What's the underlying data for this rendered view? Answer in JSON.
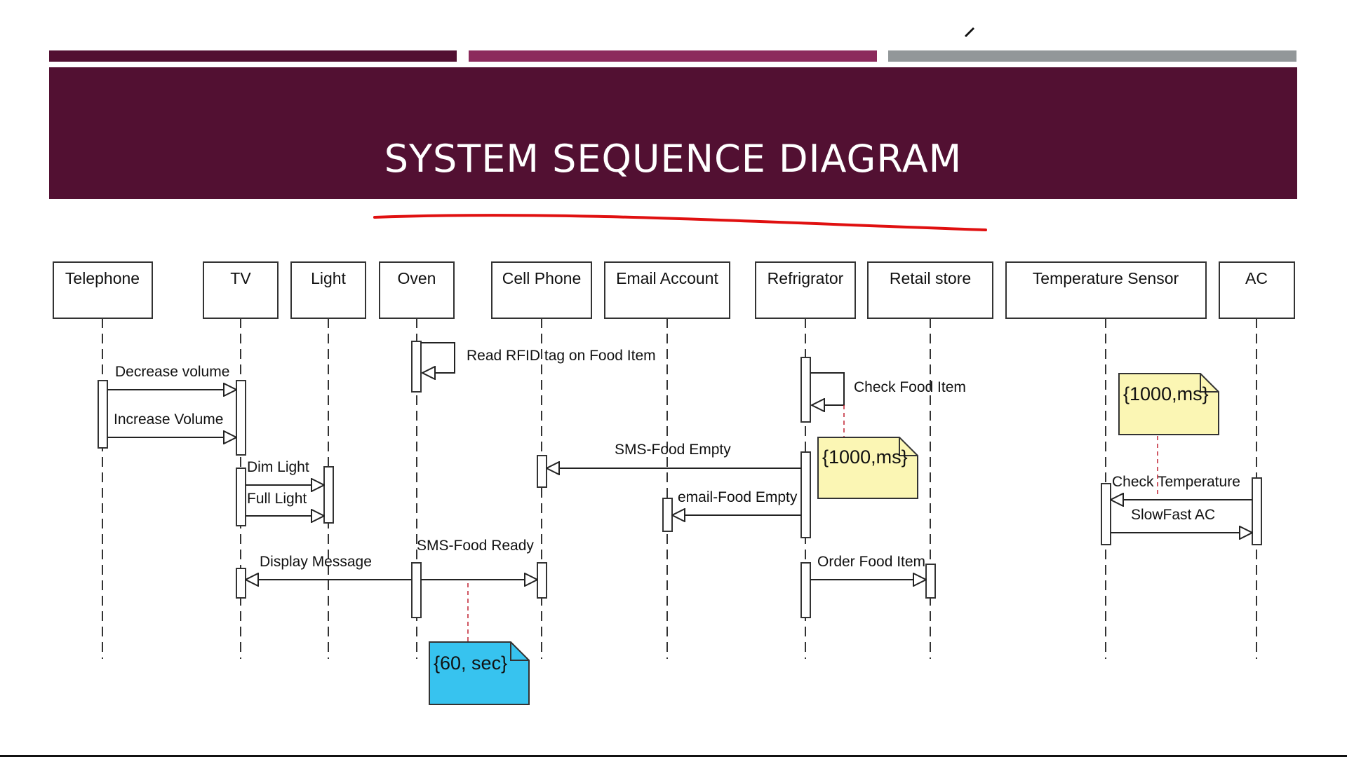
{
  "slide": {
    "title": "SYSTEM SEQUENCE DIAGRAM",
    "accent_colors": [
      "#521032",
      "#8c2a5c",
      "#929799"
    ],
    "underline_color": "#e01010"
  },
  "lifelines": [
    {
      "id": "telephone",
      "label": "Telephone"
    },
    {
      "id": "tv",
      "label": "TV"
    },
    {
      "id": "light",
      "label": "Light"
    },
    {
      "id": "oven",
      "label": "Oven"
    },
    {
      "id": "cellphone",
      "label": "Cell Phone"
    },
    {
      "id": "email",
      "label": "Email Account"
    },
    {
      "id": "fridge",
      "label": "Refrigrator"
    },
    {
      "id": "retail",
      "label": "Retail store"
    },
    {
      "id": "tempsensor",
      "label": "Temperature Sensor"
    },
    {
      "id": "ac",
      "label": "AC"
    }
  ],
  "messages": [
    {
      "from": "oven",
      "to": "oven",
      "label": "Read RFID tag on Food Item"
    },
    {
      "from": "telephone",
      "to": "tv",
      "label": "Decrease volume"
    },
    {
      "from": "telephone",
      "to": "tv",
      "label": "Increase Volume"
    },
    {
      "from": "fridge",
      "to": "fridge",
      "label": "Check Food Item"
    },
    {
      "from": "fridge",
      "to": "cellphone",
      "label": "SMS-Food Empty"
    },
    {
      "from": "tv",
      "to": "light",
      "label": "Dim Light"
    },
    {
      "from": "tv",
      "to": "light",
      "label": "Full Light"
    },
    {
      "from": "fridge",
      "to": "email",
      "label": "email-Food Empty"
    },
    {
      "from": "oven",
      "to": "cellphone",
      "label": "SMS-Food Ready"
    },
    {
      "from": "oven",
      "to": "tv",
      "label": "Display Message"
    },
    {
      "from": "fridge",
      "to": "retail",
      "label": "Order Food Item"
    },
    {
      "from": "ac",
      "to": "tempsensor",
      "label": "Check Temperature"
    },
    {
      "from": "tempsensor",
      "to": "ac",
      "label": "SlowFast AC"
    }
  ],
  "notes": [
    {
      "label": "{1000,ms}",
      "color": "#fbf6b4",
      "attached_to": "fridge"
    },
    {
      "label": "{1000,ms}",
      "color": "#fbf6b4",
      "attached_to": "tempsensor"
    },
    {
      "label": "{60, sec}",
      "color": "#37c3ef",
      "attached_to": "oven"
    }
  ]
}
